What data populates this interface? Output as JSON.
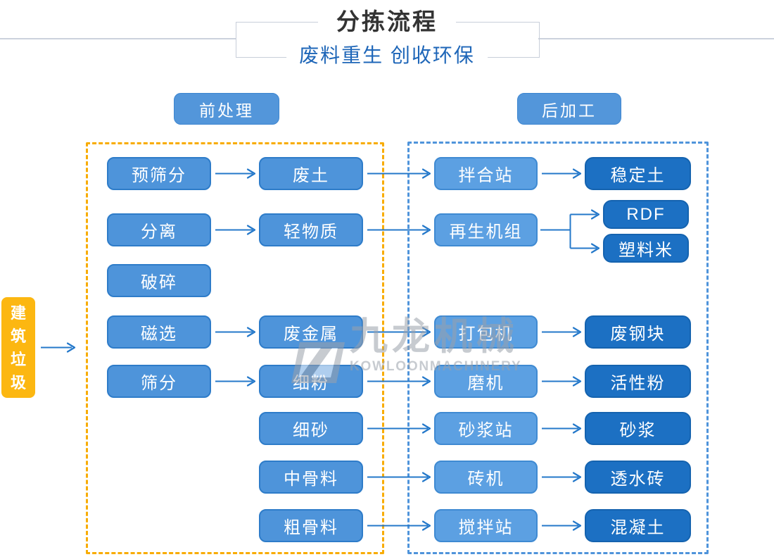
{
  "header": {
    "title": "分拣流程",
    "subtitle": "废料重生 创收环保"
  },
  "sections": {
    "pre": "前处理",
    "post": "后加工"
  },
  "source": {
    "label": "建筑垃圾"
  },
  "watermark": {
    "cn": "九龙机械",
    "en": "KOWLOONMACHINERY"
  },
  "colors": {
    "node_medium": "#4E94DA",
    "node_medium_border": "#2E7CC9",
    "node_light": "#5CA0E2",
    "node_light_border": "#3F8AD2",
    "node_dark": "#1C70C3",
    "node_dark_border": "#1563AF",
    "source_fill": "#FCB711",
    "zone_pre_dash": "#F8AC00",
    "zone_post_dash": "#4F94DB",
    "arrow": "#2478CA",
    "title_text": "#333333",
    "subtitle_text": "#1E66B8",
    "frame_line": "#C8CED9",
    "watermark_gray": "#9BA1AB"
  },
  "diagram": {
    "nodes": [
      {
        "id": "yushaifen",
        "label": "预筛分",
        "col": 1,
        "row": "1",
        "variant": "medium"
      },
      {
        "id": "fenli",
        "label": "分离",
        "col": 1,
        "row": "2",
        "variant": "medium"
      },
      {
        "id": "posui",
        "label": "破碎",
        "col": 1,
        "row": "3",
        "variant": "medium"
      },
      {
        "id": "cixuan",
        "label": "磁选",
        "col": 1,
        "row": "4",
        "variant": "medium"
      },
      {
        "id": "shaifen",
        "label": "筛分",
        "col": 1,
        "row": "5",
        "variant": "medium"
      },
      {
        "id": "feitu",
        "label": "废土",
        "col": 2,
        "row": "1",
        "variant": "medium"
      },
      {
        "id": "qingwuzhi",
        "label": "轻物质",
        "col": 2,
        "row": "2",
        "variant": "medium"
      },
      {
        "id": "feijinshu",
        "label": "废金属",
        "col": 2,
        "row": "4",
        "variant": "medium"
      },
      {
        "id": "xifen",
        "label": "细粉",
        "col": 2,
        "row": "5",
        "variant": "medium"
      },
      {
        "id": "xisha",
        "label": "细砂",
        "col": 2,
        "row": "6",
        "variant": "medium"
      },
      {
        "id": "zhongguliao",
        "label": "中骨料",
        "col": 2,
        "row": "7",
        "variant": "medium"
      },
      {
        "id": "cuguliao",
        "label": "粗骨料",
        "col": 2,
        "row": "8",
        "variant": "medium"
      },
      {
        "id": "banhezhan",
        "label": "拌合站",
        "col": 3,
        "row": "1",
        "variant": "light"
      },
      {
        "id": "zaishengjizu",
        "label": "再生机组",
        "col": 3,
        "row": "2",
        "variant": "light"
      },
      {
        "id": "dabaoji",
        "label": "打包机",
        "col": 3,
        "row": "4",
        "variant": "light"
      },
      {
        "id": "moji",
        "label": "磨机",
        "col": 3,
        "row": "5",
        "variant": "light"
      },
      {
        "id": "shajiangzhan",
        "label": "砂浆站",
        "col": 3,
        "row": "6",
        "variant": "light"
      },
      {
        "id": "zhuanji",
        "label": "砖机",
        "col": 3,
        "row": "7",
        "variant": "light"
      },
      {
        "id": "jiaobanzhan",
        "label": "搅拌站",
        "col": 3,
        "row": "8",
        "variant": "light"
      },
      {
        "id": "wendingtu",
        "label": "稳定土",
        "col": 4,
        "row": "1",
        "variant": "dark"
      },
      {
        "id": "rdf",
        "label": "RDF",
        "col": 4,
        "row": "2a",
        "variant": "dark"
      },
      {
        "id": "suliaomi",
        "label": "塑料米",
        "col": 4,
        "row": "2b",
        "variant": "dark"
      },
      {
        "id": "feigangkuai",
        "label": "废钢块",
        "col": 4,
        "row": "4",
        "variant": "dark"
      },
      {
        "id": "huoxingfen",
        "label": "活性粉",
        "col": 4,
        "row": "5",
        "variant": "dark"
      },
      {
        "id": "shajiang",
        "label": "砂浆",
        "col": 4,
        "row": "6",
        "variant": "dark"
      },
      {
        "id": "toushuizhuan",
        "label": "透水砖",
        "col": 4,
        "row": "7",
        "variant": "dark"
      },
      {
        "id": "hunningtu",
        "label": "混凝土",
        "col": 4,
        "row": "8",
        "variant": "dark"
      }
    ],
    "edges": [
      {
        "from": "yushaifen",
        "to": "feitu"
      },
      {
        "from": "fenli",
        "to": "qingwuzhi"
      },
      {
        "from": "cixuan",
        "to": "feijinshu"
      },
      {
        "from": "shaifen",
        "to": "xifen"
      },
      {
        "from": "feitu",
        "to": "banhezhan"
      },
      {
        "from": "qingwuzhi",
        "to": "zaishengjizu"
      },
      {
        "from": "feijinshu",
        "to": "dabaoji"
      },
      {
        "from": "xifen",
        "to": "moji"
      },
      {
        "from": "xisha",
        "to": "shajiangzhan"
      },
      {
        "from": "zhongguliao",
        "to": "zhuanji"
      },
      {
        "from": "cuguliao",
        "to": "jiaobanzhan"
      },
      {
        "from": "banhezhan",
        "to": "wendingtu"
      },
      {
        "from": "zaishengjizu",
        "to": "rdf"
      },
      {
        "from": "zaishengjizu",
        "to": "suliaomi"
      },
      {
        "from": "dabaoji",
        "to": "feigangkuai"
      },
      {
        "from": "moji",
        "to": "huoxingfen"
      },
      {
        "from": "shajiangzhan",
        "to": "shajiang"
      },
      {
        "from": "zhuanji",
        "to": "toushuizhuan"
      },
      {
        "from": "jiaobanzhan",
        "to": "hunningtu"
      }
    ]
  }
}
